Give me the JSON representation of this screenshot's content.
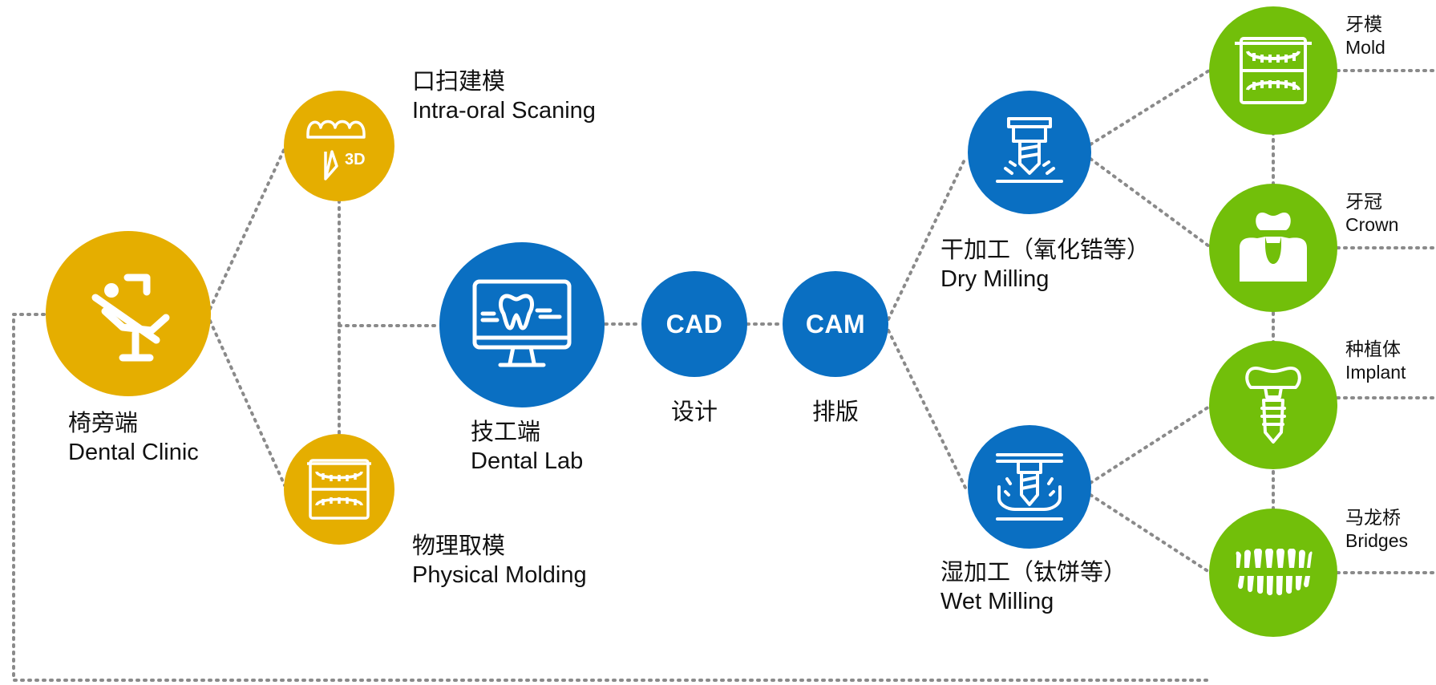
{
  "clinic": {
    "zh": "椅旁端",
    "en": "Dental Clinic",
    "icon": "dental-chair-icon"
  },
  "scan": {
    "zh": "口扫建模",
    "en": "Intra-oral Scaning",
    "icon": "intraoral-scan-3d-icon"
  },
  "molding": {
    "zh": "物理取模",
    "en": "Physical Molding",
    "icon": "dental-mold-icon"
  },
  "lab": {
    "zh": "技工端",
    "en": "Dental Lab",
    "icon": "monitor-tooth-icon"
  },
  "cad": {
    "label": "CAD",
    "caption": "设计"
  },
  "cam": {
    "label": "CAM",
    "caption": "排版"
  },
  "dry": {
    "zh": "干加工（氧化锆等）",
    "en": "Dry Milling",
    "icon": "milling-drill-icon"
  },
  "wet": {
    "zh": "湿加工（钛饼等）",
    "en": "Wet Milling",
    "icon": "wet-milling-drill-icon"
  },
  "products": [
    {
      "zh": "牙模",
      "en": "Mold",
      "icon": "mold-icon"
    },
    {
      "zh": "牙冠",
      "en": "Crown",
      "icon": "crown-icon"
    },
    {
      "zh": "种植体",
      "en": "Implant",
      "icon": "implant-icon"
    },
    {
      "zh": "马龙桥",
      "en": "Bridges",
      "icon": "bridges-icon"
    }
  ],
  "colors": {
    "clinic": "#e5ae00",
    "lab": "#0a6fc2",
    "products": "#72bf0a",
    "connector": "#8a8a8a"
  }
}
